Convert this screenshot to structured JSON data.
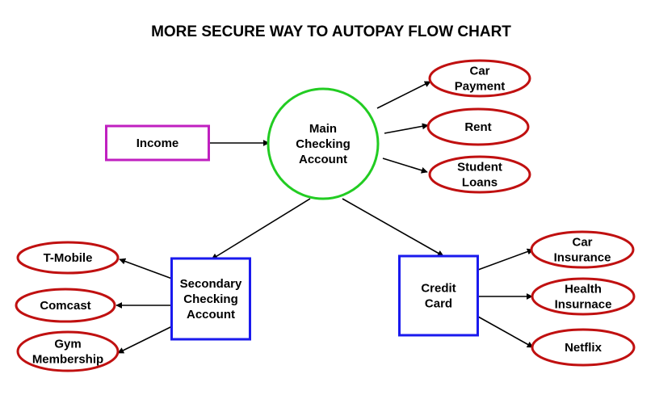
{
  "title": "MORE SECURE WAY TO AUTOPAY FLOW CHART",
  "colors": {
    "income_border": "#c020c0",
    "main_account_border": "#22cc22",
    "account_border": "#1a1aee",
    "payment_border": "#c01010",
    "arrow": "#000000"
  },
  "nodes": {
    "income": {
      "lines": [
        "Income"
      ],
      "shape": "rectangle"
    },
    "main_checking": {
      "lines": [
        "Main",
        "Checking",
        "Account"
      ],
      "shape": "circle"
    },
    "car_payment": {
      "lines": [
        "Car",
        "Payment"
      ],
      "shape": "ellipse"
    },
    "rent": {
      "lines": [
        "Rent"
      ],
      "shape": "ellipse"
    },
    "student_loans": {
      "lines": [
        "Student",
        "Loans"
      ],
      "shape": "ellipse"
    },
    "secondary_checking": {
      "lines": [
        "Secondary",
        "Checking",
        "Account"
      ],
      "shape": "rectangle"
    },
    "credit_card": {
      "lines": [
        "Credit",
        "Card"
      ],
      "shape": "rectangle"
    },
    "t_mobile": {
      "lines": [
        "T-Mobile"
      ],
      "shape": "ellipse"
    },
    "comcast": {
      "lines": [
        "Comcast"
      ],
      "shape": "ellipse"
    },
    "gym_membership": {
      "lines": [
        "Gym",
        "Membership"
      ],
      "shape": "ellipse"
    },
    "car_insurance": {
      "lines": [
        "Car",
        "Insurance"
      ],
      "shape": "ellipse"
    },
    "health_insurance": {
      "lines": [
        "Health",
        "Insurnace"
      ],
      "shape": "ellipse"
    },
    "netflix": {
      "lines": [
        "Netflix"
      ],
      "shape": "ellipse"
    }
  },
  "edges": [
    {
      "from": "income",
      "to": "main_checking"
    },
    {
      "from": "main_checking",
      "to": "car_payment"
    },
    {
      "from": "main_checking",
      "to": "rent"
    },
    {
      "from": "main_checking",
      "to": "student_loans"
    },
    {
      "from": "main_checking",
      "to": "secondary_checking"
    },
    {
      "from": "main_checking",
      "to": "credit_card"
    },
    {
      "from": "secondary_checking",
      "to": "t_mobile"
    },
    {
      "from": "secondary_checking",
      "to": "comcast"
    },
    {
      "from": "secondary_checking",
      "to": "gym_membership"
    },
    {
      "from": "credit_card",
      "to": "car_insurance"
    },
    {
      "from": "credit_card",
      "to": "health_insurance"
    },
    {
      "from": "credit_card",
      "to": "netflix"
    }
  ]
}
